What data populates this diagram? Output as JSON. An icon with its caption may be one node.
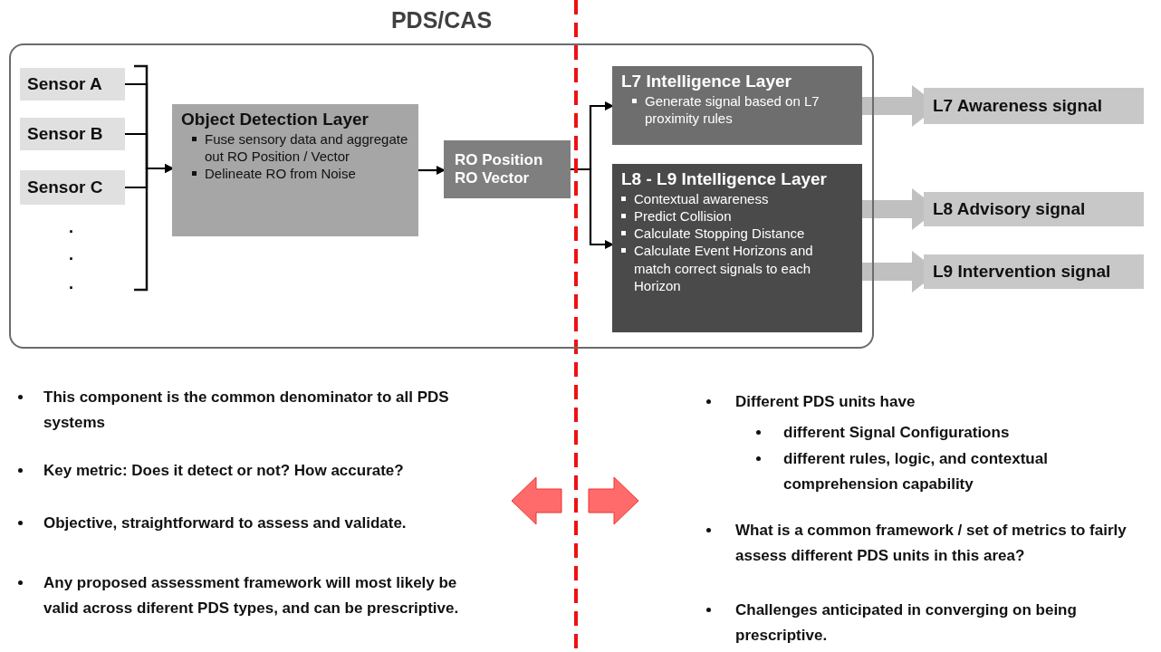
{
  "diagram": {
    "nodes": [
      {
        "text": [
          "PDS/CAS"
        ]
      },
      {
        "text": [
          "Sensor A"
        ],
        "in": 0
      },
      {
        "text": [
          "Sensor B"
        ],
        "in": 0
      },
      {
        "text": [
          "Sensor C"
        ],
        "in": 0
      },
      {
        "text": [
          "Object Detection Layer",
          "Fuse sensory data and aggregate out RO Position / Vector",
          "Delineate RO from Noise"
        ],
        "in": 0
      },
      {
        "text": [
          "RO Position",
          "RO Vector"
        ],
        "in": 0
      },
      {
        "text": [
          "L7 Intelligence Layer",
          "Generate signal based on L7 proximity rules"
        ],
        "in": 0
      },
      {
        "text": [
          "L8 - L9 Intelligence Layer",
          "Contextual awareness",
          "Predict Collision",
          "Calculate Stopping Distance",
          "Calculate Event Horizons and match correct signals to each Horizon"
        ],
        "in": 0
      },
      {
        "text": [
          "L7 Awareness signal"
        ]
      },
      {
        "text": [
          "L8 Advisory signal"
        ]
      },
      {
        "text": [
          "L9 Intervention signal"
        ]
      }
    ],
    "edges": [
      {
        "from": 1,
        "to": 4,
        "arrow": "to"
      },
      {
        "from": 2,
        "to": 4,
        "arrow": "to"
      },
      {
        "from": 3,
        "to": 4,
        "arrow": "to"
      },
      {
        "from": 4,
        "to": 5,
        "arrow": "to"
      },
      {
        "from": 5,
        "to": 6,
        "arrow": "to"
      },
      {
        "from": 5,
        "to": 7,
        "arrow": "to"
      },
      {
        "from": 6,
        "to": 8,
        "arrow": "to",
        "style": "thick",
        "color": "#c0c0c0"
      },
      {
        "from": 7,
        "to": 9,
        "arrow": "to",
        "style": "thick",
        "color": "#c0c0c0"
      },
      {
        "from": 7,
        "to": 10,
        "arrow": "to",
        "style": "thick",
        "color": "#c0c0c0"
      }
    ],
    "labels": [
      ".",
      ".",
      ".",
      "This component is the common denominator to all PDS systems",
      "Key metric: Does it detect or not? How accurate?",
      "Objective, straightforward to assess and validate.",
      "Any proposed assessment framework will most likely be valid across diferent PDS types, and can be prescriptive.",
      "Different PDS units have",
      "different Signal Configurations",
      "different rules, logic, and contextual comprehension capability",
      "What is a common framework / set of metrics to fairly assess different PDS units in this area?",
      "Challenges anticipated in converging on being prescriptive."
    ]
  }
}
